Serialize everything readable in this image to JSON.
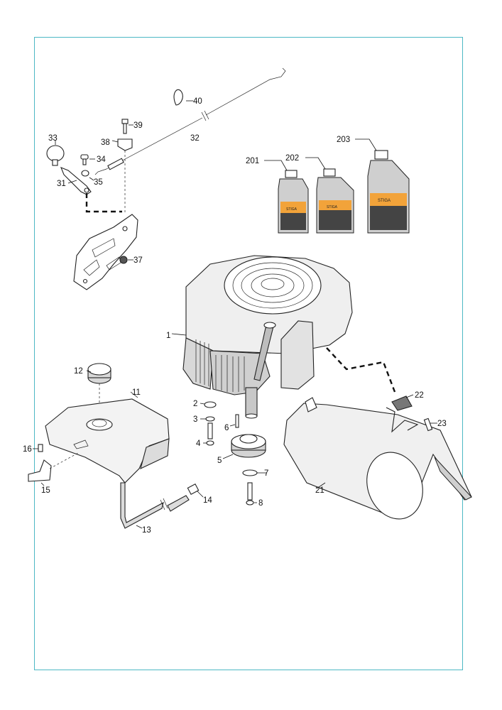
{
  "callouts": {
    "c1": "1",
    "c2": "2",
    "c3": "3",
    "c4": "4",
    "c5": "5",
    "c6": "6",
    "c7": "7",
    "c8": "8",
    "c11": "11",
    "c12": "12",
    "c13": "13",
    "c14": "14",
    "c15": "15",
    "c16": "16",
    "c21": "21",
    "c22": "22",
    "c23": "23",
    "c31": "31",
    "c32": "32",
    "c33": "33",
    "c34": "34",
    "c35": "35",
    "c37": "37",
    "c38": "38",
    "c39": "39",
    "c40": "40",
    "c201": "201",
    "c202": "202",
    "c203": "203"
  },
  "oil_bottles": {
    "brand": "STIGA",
    "colors": {
      "body": "#d9d9d9",
      "label_band": "#f2a33a",
      "label_dark": "#333333"
    }
  },
  "colors": {
    "frame": "#4db8c4",
    "line": "#222222"
  }
}
